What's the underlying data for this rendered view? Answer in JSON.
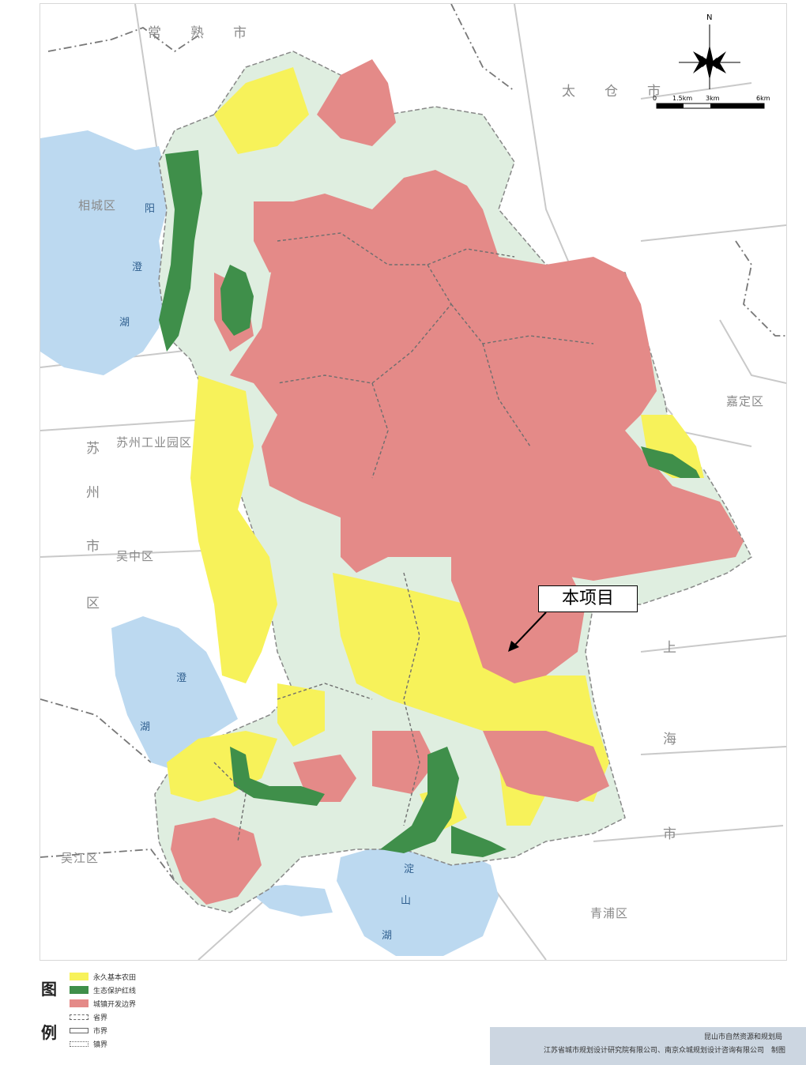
{
  "places": {
    "changshu": "常　熟　市",
    "taicang": "太　仓　市",
    "xiangcheng": "相城区",
    "suzhou_sip": "苏州工业园区",
    "suzhou_1": "苏",
    "suzhou_2": "州",
    "suzhou_3": "市",
    "suzhou_4": "区",
    "wuzhong": "吴中区",
    "jiading": "嘉定区",
    "shanghai_1": "上",
    "shanghai_2": "海",
    "shanghai_3": "市",
    "wujiang": "吴江区",
    "qingpu": "青浦区"
  },
  "water": {
    "yangcheng_1": "阳",
    "yangcheng_2": "澄",
    "yangcheng_3": "湖",
    "chenghu_1": "澄",
    "chenghu_2": "湖",
    "dianshan_1": "淀",
    "dianshan_2": "山",
    "dianshan_3": "湖"
  },
  "callout": {
    "label": "本项目"
  },
  "compass": {
    "north": "N"
  },
  "scale": {
    "ticks": [
      "0",
      "1.5km",
      "3km",
      "6km"
    ]
  },
  "legend": {
    "title_1": "图",
    "title_2": "例",
    "items": [
      {
        "label": "永久基本农田",
        "color": "#f7f25a",
        "kind": "fill"
      },
      {
        "label": "生态保护红线",
        "color": "#3f8f4a",
        "kind": "fill"
      },
      {
        "label": "城镇开发边界",
        "color": "#e48a88",
        "kind": "fill"
      },
      {
        "label": "省界",
        "kind": "line"
      },
      {
        "label": "市界",
        "kind": "line"
      },
      {
        "label": "镇界",
        "kind": "line"
      }
    ]
  },
  "footer": {
    "org": "昆山市自然资源和规划局",
    "makers": "江苏省城市规划设计研究院有限公司、南京众城规划设计咨询有限公司　制图"
  },
  "colors": {
    "farmland": "#f7f25a",
    "eco_redline": "#3f8f4a",
    "urban_boundary": "#e48a88",
    "water": "#bcd9f0",
    "background_fill": "#dfeee0"
  }
}
